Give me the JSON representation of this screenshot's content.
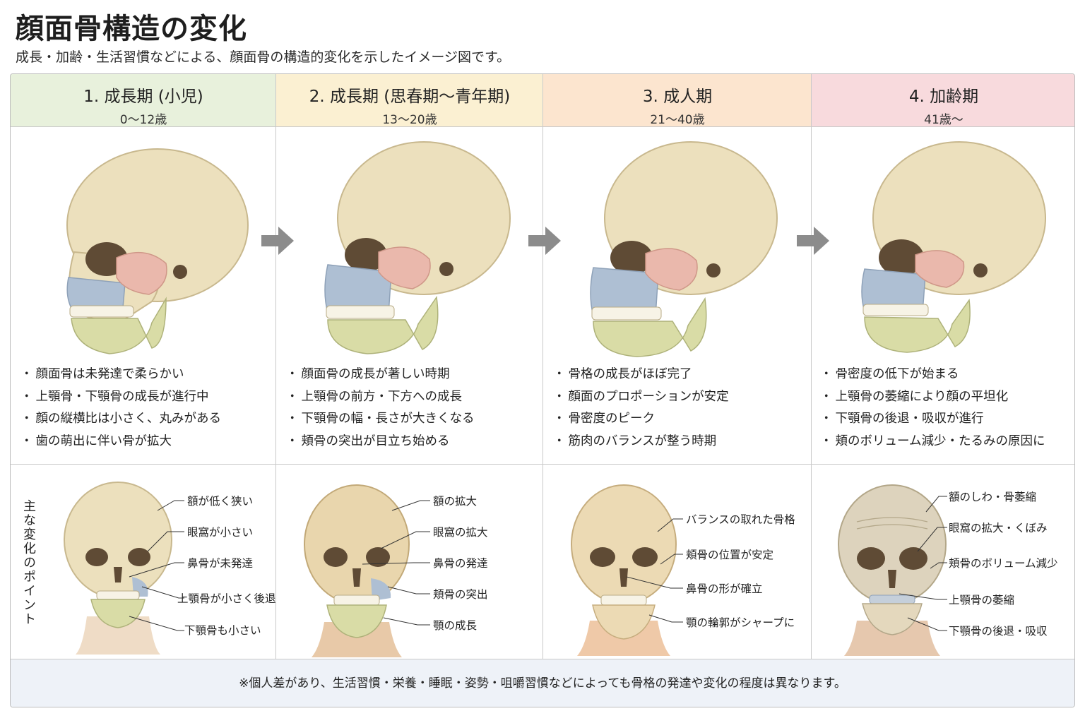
{
  "title": "顔面骨構造の変化",
  "subtitle": "成長・加齢・生活習慣などによる、顔面骨の構造的変化を示したイメージ図です。",
  "side_label": "主な変化のポイント",
  "footer": "※個人差があり、生活習慣・栄養・睡眠・姿勢・咀嚼習慣などによっても骨格の発達や変化の程度は異なります。",
  "colors": {
    "bone": "#ece0bd",
    "maxilla_blue": "#aebfd3",
    "zygomatic_pink": "#eab8ac",
    "mandible_green": "#d9dca6",
    "arrow": "#8c8c8c"
  },
  "stages": [
    {
      "title": "1. 成長期 (小児)",
      "range": "0〜12歳",
      "header_color": "#e8f1dc",
      "bullets": [
        "顔面骨は未発達で柔らかい",
        "上顎骨・下顎骨の成長が進行中",
        "顔の縦横比は小さく、丸みがある",
        "歯の萌出に伴い骨が拡大"
      ],
      "callouts": [
        "額が低く狭い",
        "眼窩が小さい",
        "鼻骨が未発達",
        "上顎骨が小さく後退",
        "下顎骨も小さい"
      ]
    },
    {
      "title": "2. 成長期 (思春期〜青年期)",
      "range": "13〜20歳",
      "header_color": "#fbf0d2",
      "bullets": [
        "顔面骨の成長が著しい時期",
        "上顎骨の前方・下方への成長",
        "下顎骨の幅・長さが大きくなる",
        "頬骨の突出が目立ち始める"
      ],
      "callouts": [
        "額の拡大",
        "眼窩の拡大",
        "鼻骨の発達",
        "頬骨の突出",
        "顎の成長"
      ]
    },
    {
      "title": "3. 成人期",
      "range": "21〜40歳",
      "header_color": "#fce5cf",
      "bullets": [
        "骨格の成長がほぼ完了",
        "顔面のプロポーションが安定",
        "骨密度のピーク",
        "筋肉のバランスが整う時期"
      ],
      "callouts": [
        "バランスの取れた骨格",
        "頬骨の位置が安定",
        "鼻骨の形が確立",
        "顎の輪郭がシャープに"
      ]
    },
    {
      "title": "4. 加齢期",
      "range": "41歳〜",
      "header_color": "#f8dadd",
      "bullets": [
        "骨密度の低下が始まる",
        "上顎骨の萎縮により顔の平坦化",
        "下顎骨の後退・吸収が進行",
        "頬のボリューム減少・たるみの原因に"
      ],
      "callouts": [
        "額のしわ・骨萎縮",
        "眼窩の拡大・くぼみ",
        "頬骨のボリューム減少",
        "上顎骨の萎縮",
        "下顎骨の後退・吸収"
      ]
    }
  ]
}
